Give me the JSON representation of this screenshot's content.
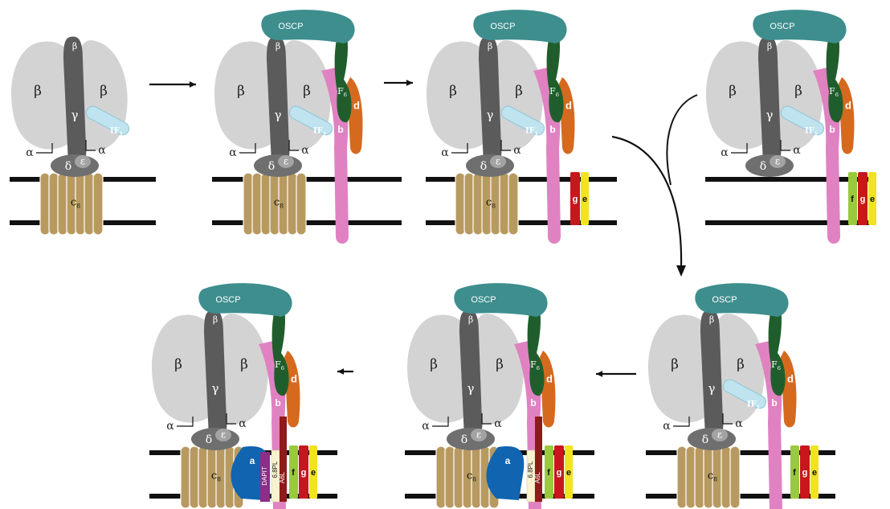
{
  "colors": {
    "beta": "#d3d3d3",
    "beta_dark": "#b9b9b9",
    "gamma": "#5b5b5b",
    "delta": "#6f6f6f",
    "epsilon": "#a3a3a3",
    "c_ring": "#b89a60",
    "c_ring_stroke": "#ffffff",
    "membrane": "#111111",
    "oscp": "#3e8e8e",
    "F6": "#1f5e2c",
    "d": "#d56a1f",
    "b": "#e082c2",
    "IF1": "#bfe3ef",
    "a": "#1064b0",
    "DAPIT": "#8a2e86",
    "6.8PL": "#f8f2cf",
    "A6L": "#8e1a1a",
    "f": "#99c93c",
    "g": "#c8171c",
    "e": "#f2e321",
    "arrow": "#111111"
  },
  "labels": {
    "beta": "β",
    "gamma": "γ",
    "alpha": "α",
    "delta": "δ",
    "epsilon": "ε",
    "c_ring": "c",
    "c_ring_sub": "8",
    "oscp": "OSCP",
    "F6": "F",
    "F6_sub": "6",
    "d": "d",
    "b": "b",
    "IF1": "IF",
    "IF1_sub": "1",
    "a": "a",
    "DAPIT": "DAPIT",
    "6.8PL": "6.8PL",
    "A6L": "A6L",
    "f": "f",
    "g": "g",
    "e": "e"
  },
  "panels": [
    {
      "id": "panel-1",
      "has_peripheral": false,
      "has_IF1": true,
      "has_ge": false,
      "has_f": false,
      "has_a": false
    },
    {
      "id": "panel-2",
      "has_peripheral": true,
      "has_IF1": true,
      "has_ge": false,
      "has_f": false,
      "has_a": false
    },
    {
      "id": "panel-3",
      "has_peripheral": true,
      "has_IF1": true,
      "has_ge": true,
      "has_f": false,
      "has_a": false
    },
    {
      "id": "panel-4",
      "has_peripheral": true,
      "has_IF1": true,
      "has_ge": true,
      "has_f": true,
      "has_a": false,
      "no_c_ring": true
    },
    {
      "id": "panel-5",
      "has_peripheral": true,
      "has_IF1": true,
      "has_ge": true,
      "has_f": true,
      "has_a": false
    },
    {
      "id": "panel-6",
      "has_peripheral": true,
      "has_IF1": false,
      "has_ge": true,
      "has_f": true,
      "has_a": true,
      "has_dapit": false
    },
    {
      "id": "panel-7",
      "has_peripheral": true,
      "has_IF1": false,
      "has_ge": true,
      "has_f": true,
      "has_a": true,
      "has_dapit": true
    }
  ]
}
